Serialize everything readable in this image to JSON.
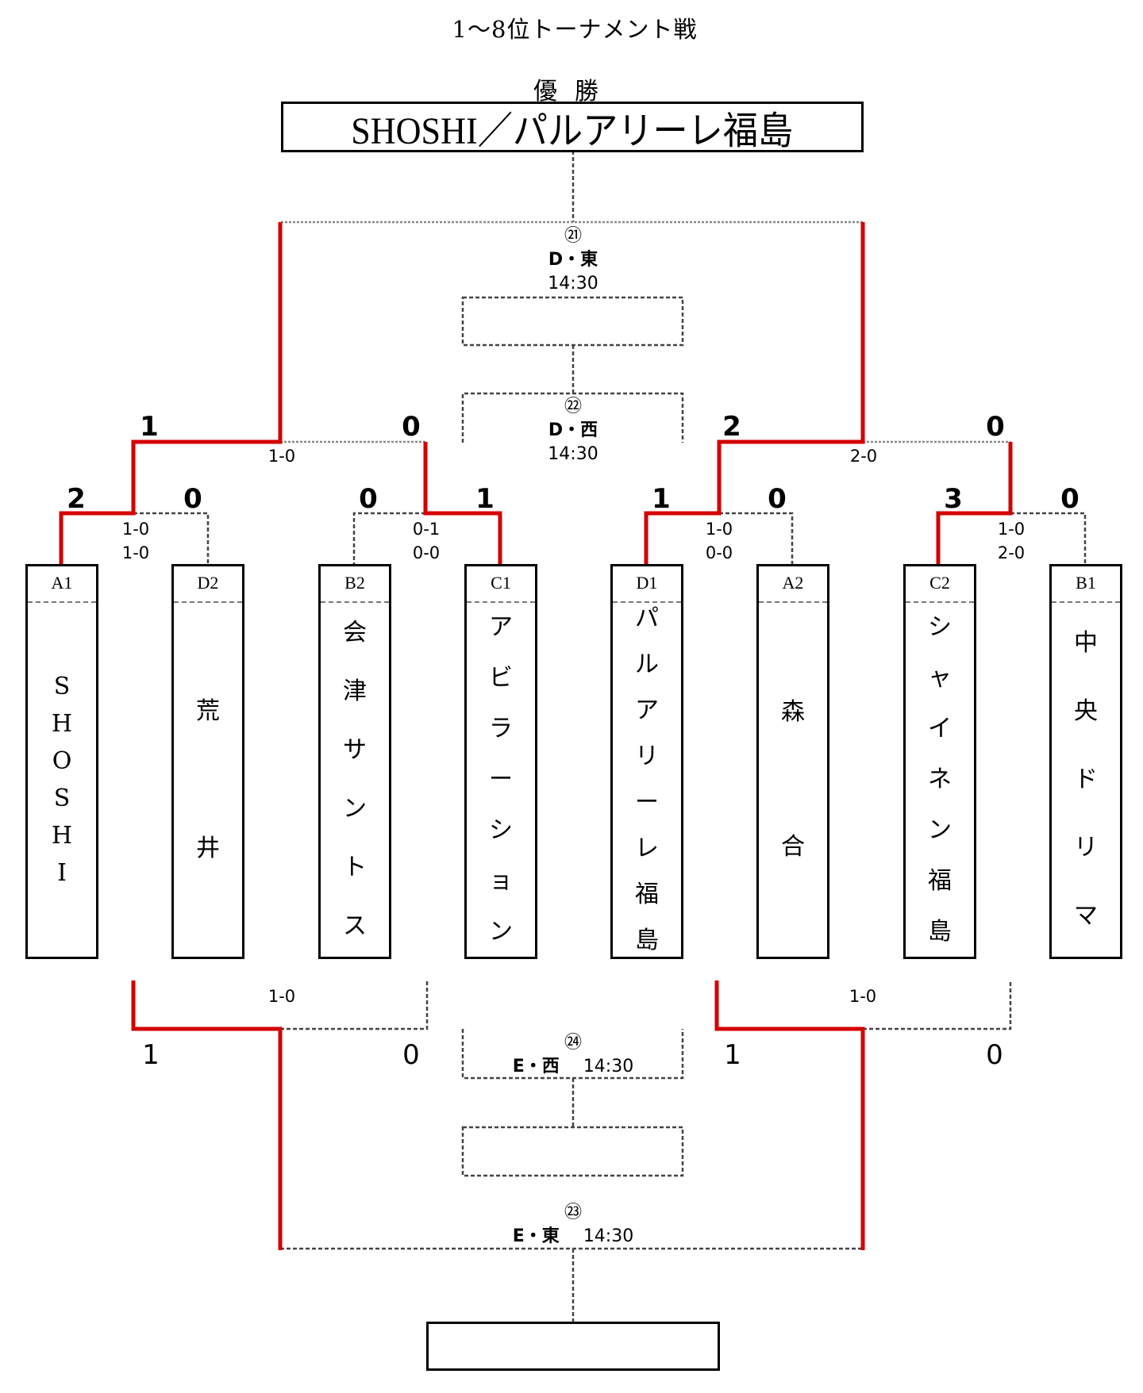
{
  "title": "1〜8位トーナメント戦",
  "champion": {
    "label": "優勝",
    "name": "SHOSHI／パルアリーレ福島"
  },
  "colors": {
    "winner_line": "#d40000",
    "line": "#000000",
    "dashed_line": "#555555"
  },
  "teams": [
    {
      "seed": "A1",
      "name": "SHOSHI"
    },
    {
      "seed": "D2",
      "name": "荒井"
    },
    {
      "seed": "B2",
      "name": "会津サントス"
    },
    {
      "seed": "C1",
      "name": "アビラーション"
    },
    {
      "seed": "D1",
      "name": "パルアリーレ福島"
    },
    {
      "seed": "A2",
      "name": "森合"
    },
    {
      "seed": "C2",
      "name": "シャイネン福島"
    },
    {
      "seed": "B1",
      "name": "中央ドリマ"
    }
  ],
  "quarterfinals": [
    {
      "left_score": "2",
      "right_score": "0",
      "halves": [
        "1-0",
        "1-0"
      ],
      "winner": "left"
    },
    {
      "left_score": "0",
      "right_score": "1",
      "halves": [
        "0-1",
        "0-0"
      ],
      "winner": "right"
    },
    {
      "left_score": "1",
      "right_score": "0",
      "halves": [
        "1-0",
        "0-0"
      ],
      "winner": "left"
    },
    {
      "left_score": "3",
      "right_score": "0",
      "halves": [
        "1-0",
        "2-0"
      ],
      "winner": "left"
    }
  ],
  "semifinals": [
    {
      "left_score": "1",
      "right_score": "0",
      "detail": "1-0",
      "winner": "left"
    },
    {
      "left_score": "2",
      "right_score": "0",
      "detail": "2-0",
      "winner": "left"
    }
  ],
  "placement_matches": [
    {
      "left_score": "1",
      "right_score": "0",
      "detail": "1-0",
      "winner": "left"
    },
    {
      "left_score": "1",
      "right_score": "0",
      "detail": "1-0",
      "winner": "left"
    }
  ],
  "matches": {
    "m21": {
      "number": "㉑",
      "venue": "D・東",
      "time": "14:30"
    },
    "m22": {
      "number": "㉒",
      "venue": "D・西",
      "time": "14:30"
    },
    "m24": {
      "number": "㉔",
      "venue": "E・西",
      "time": "14:30"
    },
    "m23": {
      "number": "㉓",
      "venue": "E・東",
      "time": "14:30"
    }
  },
  "result_boxes": {
    "third_place": "",
    "fifth_place": "",
    "seventh_place": ""
  }
}
